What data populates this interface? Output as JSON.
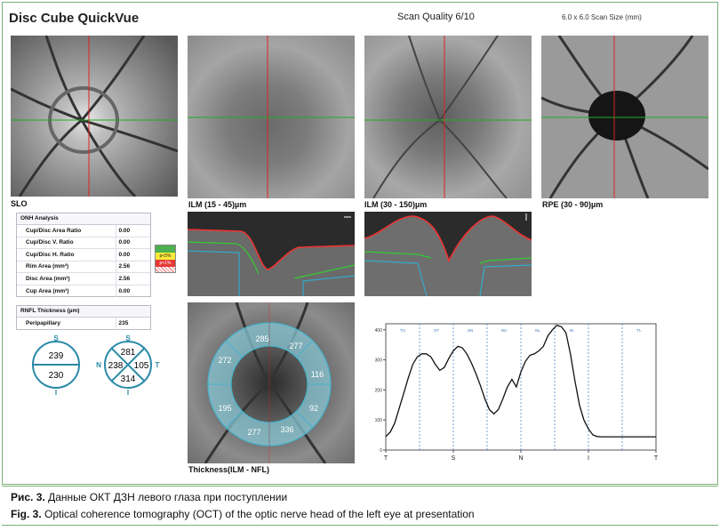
{
  "header": {
    "title": "Disc Cube QuickVue",
    "quality": "Scan Quality 6/10",
    "scan_size": "6.0 x 6.0 Scan Size (mm)"
  },
  "images": {
    "slo_label": "SLO",
    "ilm1_label": "ILM (15 - 45)µm",
    "ilm2_label": "ILM (30 - 150)µm",
    "rpe_label": "RPE (30 - 90)µm",
    "thickness_label": "Thickness(ILM - NFL)"
  },
  "onh": {
    "title": "ONH Analysis",
    "rows": [
      {
        "label": "Cup/Disc Area Ratio",
        "value": "0.00"
      },
      {
        "label": "Cup/Disc V. Ratio",
        "value": "0.00"
      },
      {
        "label": "Cup/Disc H. Ratio",
        "value": "0.00"
      },
      {
        "label": "Rim Area (mm²)",
        "value": "2.56"
      },
      {
        "label": "Disc Area (mm²)",
        "value": "2.56"
      },
      {
        "label": "Cup Area (mm³)",
        "value": "0.00"
      }
    ]
  },
  "legend": {
    "p5": "p<5%",
    "p1": "p<1%"
  },
  "rnfl": {
    "title": "RNFL Thickness (µm)",
    "label": "Peripapillary",
    "value": "235"
  },
  "hemi": {
    "s": "S",
    "i": "I",
    "top": "239",
    "bottom": "230"
  },
  "quad": {
    "s": "S",
    "i": "I",
    "n": "N",
    "t": "T",
    "top": "281",
    "nasal": "238",
    "temporal": "105",
    "bottom": "314"
  },
  "clock": {
    "c1": "285",
    "c2": "277",
    "c3": "116",
    "c4": "92",
    "c5": "336",
    "c6": "277",
    "c7": "195",
    "c8": "272"
  },
  "profile": {
    "sector_labels": [
      "TU",
      "ST",
      "SN",
      "NU",
      "NL",
      "IN",
      "",
      "TL"
    ],
    "x_labels": [
      "T",
      "S",
      "N",
      "I",
      "T"
    ],
    "chart_data": {
      "type": "line",
      "ylim": [
        0,
        420
      ],
      "yticks": [
        "0",
        "100",
        "200",
        "300",
        "400"
      ],
      "x": [
        0,
        5,
        10,
        15,
        20,
        25,
        30,
        35,
        40,
        45,
        50,
        55,
        60,
        65,
        70,
        75,
        80,
        85,
        90,
        95,
        100,
        105,
        110,
        115,
        120,
        125,
        130,
        135,
        140,
        145,
        150,
        155,
        160,
        165,
        170,
        175,
        180,
        185,
        190,
        195,
        200,
        205,
        210,
        215,
        220,
        225,
        230,
        235,
        240,
        245,
        250,
        255,
        260,
        265,
        270,
        275,
        280,
        285,
        290,
        295,
        300
      ],
      "values": [
        45,
        60,
        90,
        140,
        190,
        240,
        285,
        310,
        320,
        320,
        310,
        285,
        265,
        275,
        305,
        330,
        345,
        340,
        320,
        290,
        255,
        215,
        170,
        135,
        120,
        135,
        170,
        210,
        235,
        210,
        260,
        295,
        315,
        320,
        330,
        345,
        380,
        400,
        415,
        410,
        390,
        320,
        230,
        150,
        100,
        70,
        50,
        45,
        44,
        44,
        44,
        44,
        44,
        44,
        44,
        44,
        44,
        44,
        44,
        44,
        44
      ]
    }
  },
  "caption": {
    "ru_label": "Рис. 3.",
    "ru_text": " Данные ОКТ ДЗН левого глаза при поступлении",
    "en_label": "Fig. 3.",
    "en_text": " Optical coherence tomography (OCT) of the optic nerve head of the left eye at presentation"
  }
}
